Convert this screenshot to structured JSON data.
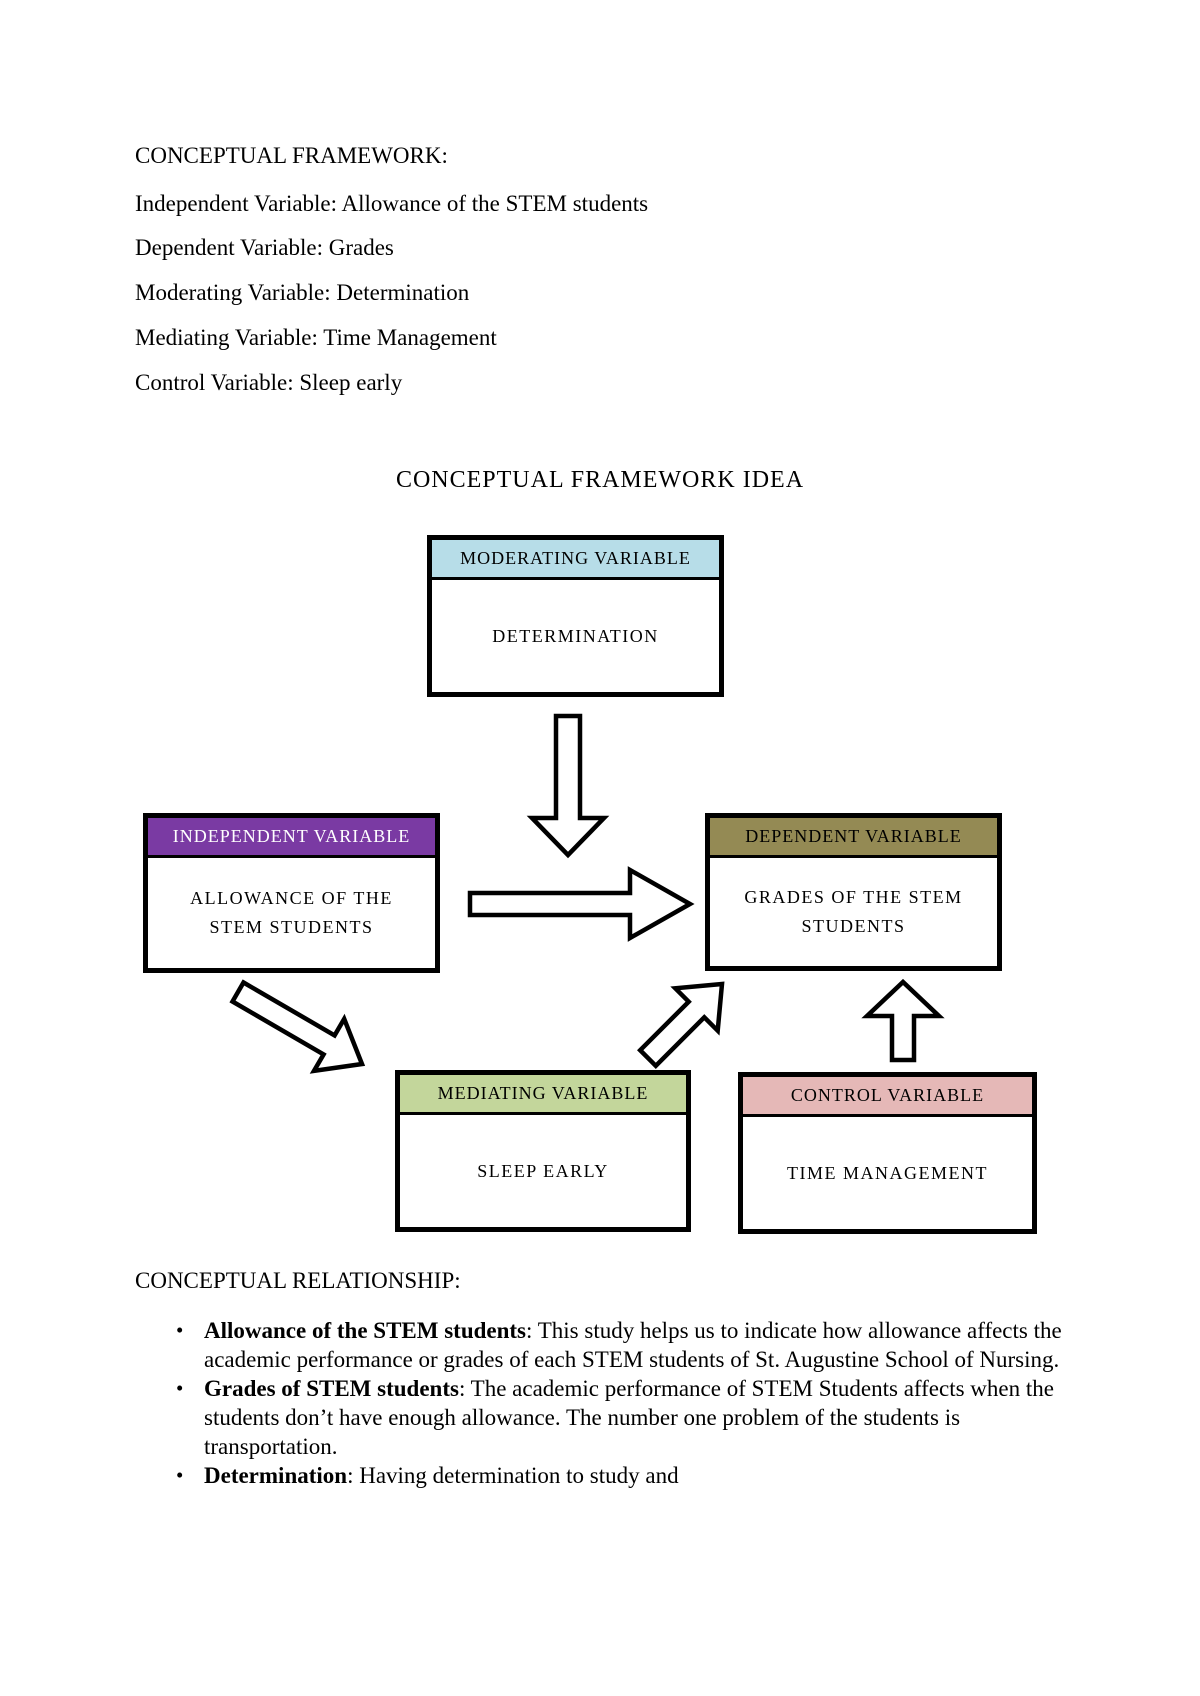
{
  "page": {
    "background": "#ffffff"
  },
  "intro": {
    "heading": "CONCEPTUAL FRAMEWORK:",
    "lines": [
      "Independent Variable: Allowance of the STEM students",
      "Dependent Variable: Grades",
      "Moderating Variable: Determination",
      "Mediating Variable: Time Management",
      "Control Variable: Sleep early"
    ]
  },
  "diagram": {
    "title": "CONCEPTUAL FRAMEWORK IDEA",
    "boxes": {
      "moderating": {
        "label": "MODERATING VARIABLE",
        "value_lines": [
          "DETERMINATION"
        ],
        "header_color": "#b7dde8",
        "label_color": "#000000"
      },
      "independent": {
        "label": "INDEPENDENT VARIABLE",
        "value_lines": [
          "ALLOWANCE OF THE",
          "STEM STUDENTS"
        ],
        "header_color": "#7a3aa3",
        "label_color": "#ffffff"
      },
      "dependent": {
        "label": "DEPENDENT VARIABLE",
        "value_lines": [
          "GRADES OF THE STEM",
          "STUDENTS"
        ],
        "header_color": "#948a54",
        "label_color": "#000000"
      },
      "mediating": {
        "label": "MEDIATING VARIABLE",
        "value_lines": [
          "SLEEP EARLY"
        ],
        "header_color": "#c3d69b",
        "label_color": "#000000"
      },
      "control": {
        "label": "CONTROL VARIABLE",
        "value_lines": [
          "TIME MANAGEMENT"
        ],
        "header_color": "#e5b8b7",
        "label_color": "#000000"
      }
    }
  },
  "relationship": {
    "heading": "CONCEPTUAL RELATIONSHIP:",
    "bullets": [
      {
        "bold": "Allowance of the STEM students",
        "lines": [
          ": This study helps us to indicate how allowance affects the",
          "academic performance or grades of each STEM students of St. Augustine School of Nursing."
        ]
      },
      {
        "bold": "Grades of STEM students",
        "lines": [
          ": The academic performance of STEM Students affects when the",
          "students don’t have enough allowance. The number one problem of the students is",
          "transportation."
        ]
      },
      {
        "bold": "Determination",
        "lines": [
          ": Having determination to study and"
        ]
      }
    ]
  }
}
